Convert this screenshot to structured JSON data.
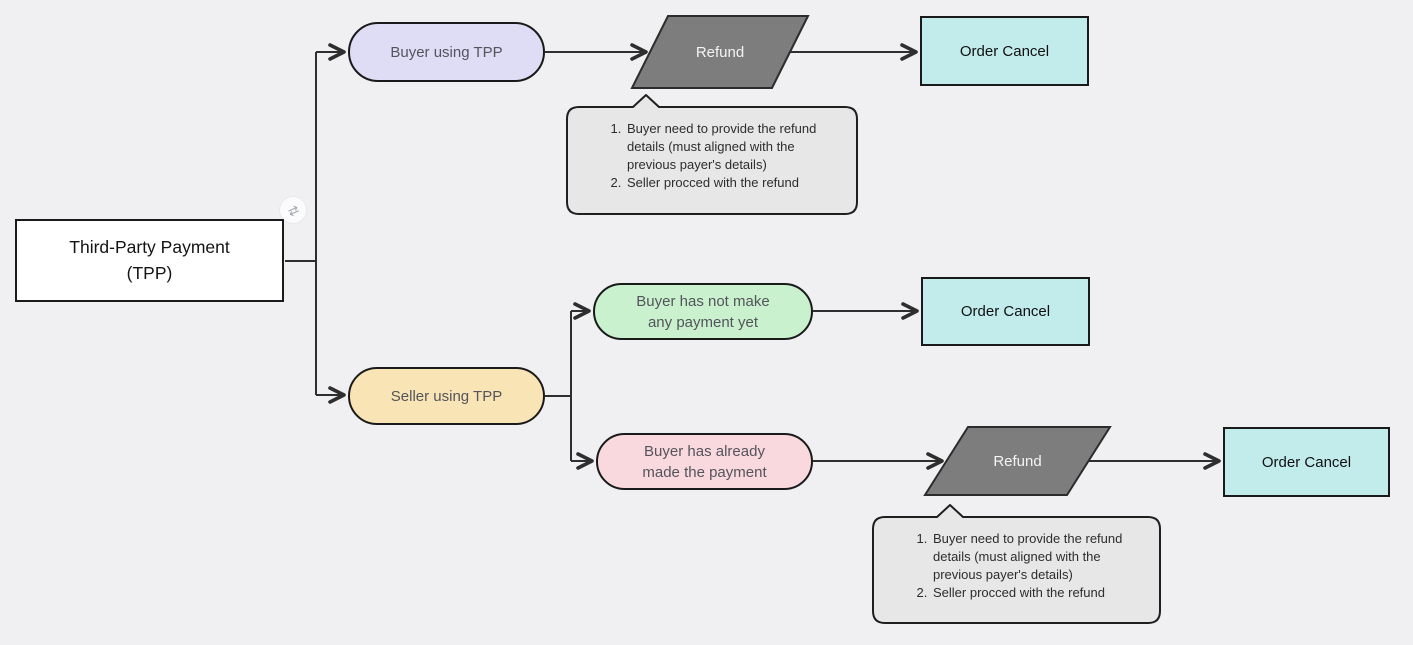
{
  "canvas": {
    "background": "#f0f0f2",
    "edge_color": "#2e2e2e"
  },
  "root": {
    "line1": "Third-Party Payment",
    "line2": "(TPP)",
    "fill": "#ffffff"
  },
  "badge": {
    "icon": "swap-arrows",
    "icon_glyph": "⇄"
  },
  "nodes": {
    "buyer_tpp": {
      "label": "Buyer using TPP",
      "fill": "#dfddf6"
    },
    "seller_tpp": {
      "label": "Seller using TPP",
      "fill": "#f9e4b5"
    },
    "no_payment_yet": {
      "line1": "Buyer has not make",
      "line2": "any payment yet",
      "fill": "#c9f1ce"
    },
    "already_paid": {
      "line1": "Buyer has already",
      "line2": "made the payment",
      "fill": "#fad9de"
    },
    "refund_top": {
      "label": "Refund",
      "fill": "#7d7d7d"
    },
    "refund_bottom": {
      "label": "Refund",
      "fill": "#7d7d7d"
    },
    "order_cancel_top": {
      "label": "Order Cancel",
      "fill": "#c2eceb"
    },
    "order_cancel_mid": {
      "label": "Order Cancel",
      "fill": "#c2eceb"
    },
    "order_cancel_bottom": {
      "label": "Order Cancel",
      "fill": "#c2eceb"
    }
  },
  "notes": {
    "top": {
      "fill": "#e7e7e7",
      "items": [
        "Buyer need to provide the refund details (must aligned with the previous payer's details)",
        "Seller procced with the refund"
      ]
    },
    "bottom": {
      "fill": "#e7e7e7",
      "items": [
        "Buyer need to provide the refund details (must aligned with the previous payer's details)",
        "Seller procced with the refund"
      ]
    }
  }
}
